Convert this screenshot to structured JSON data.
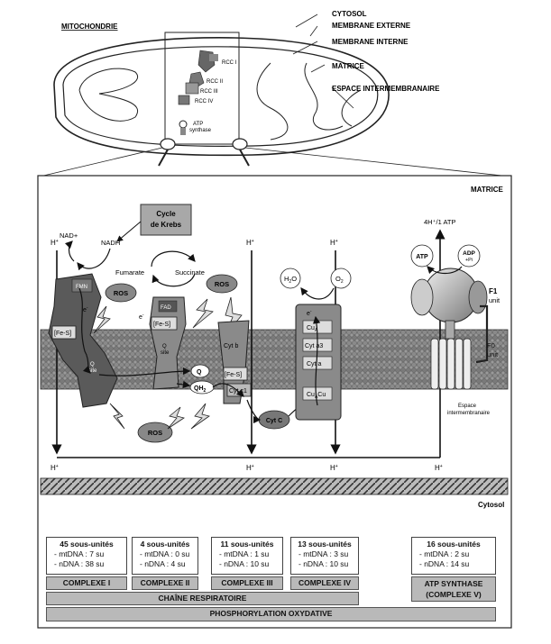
{
  "mito": {
    "title": "MITOCHONDRIE",
    "legend": [
      "CYTOSOL",
      "MEMBRANE EXTERNE",
      "MEMBRANE INTERNE",
      "MATRICE",
      "ESPACE INTERMEMBRANAIRE"
    ],
    "rcc": [
      "RCC I",
      "RCC II",
      "RCC III",
      "RCC IV"
    ],
    "atp_synthase": [
      "ATP",
      "synthase"
    ]
  },
  "detail": {
    "matrice": "MATRICE",
    "cytosol": "Cytosol",
    "espace": [
      "Espace",
      "intermembranaire"
    ],
    "krebs": [
      "Cycle",
      "de Krebs"
    ],
    "nad": "NAD+",
    "nadh": "NADH",
    "fumarate": "Fumarate",
    "succinate": "Succinate",
    "ros": "ROS",
    "h_plus": "H",
    "plus": "+",
    "ratio": "4H⁺/1 ATP",
    "atp": "ATP",
    "adp": [
      "ADP",
      "+Pi"
    ],
    "f1": [
      "F1",
      "unit"
    ],
    "f0": [
      "F0",
      "unit"
    ],
    "fes": "[Fe-S]",
    "fmn": "FMN",
    "fad": "FAD",
    "q_site": [
      "Q",
      "site"
    ],
    "q": "Q",
    "qh2": "QH",
    "sub2": "2",
    "cytb": "Cyt b",
    "cytc1": "Cyt c1",
    "cytc": "Cyt C",
    "cua": "Cu",
    "cua_sub": "A",
    "cyta3": "Cyt a3",
    "cyta": "Cyt a",
    "cucu": "Cu",
    "h2o": [
      "H",
      "2",
      "O"
    ],
    "o2": [
      "O",
      "2"
    ],
    "e": "e",
    "minus": "-"
  },
  "complexes": [
    {
      "header": "45 sous-unités",
      "mt": "- mtDNA : 7 su",
      "n": "- nDNA : 38 su",
      "label": "COMPLEXE I"
    },
    {
      "header": "4 sous-unités",
      "mt": "- mtDNA : 0 su",
      "n": "- nDNA : 4 su",
      "label": "COMPLEXE II"
    },
    {
      "header": "11 sous-unités",
      "mt": "- mtDNA : 1 su",
      "n": "- nDNA : 10 su",
      "label": "COMPLEXE III"
    },
    {
      "header": "13 sous-unités",
      "mt": "- mtDNA : 3 su",
      "n": "- nDNA : 10 su",
      "label": "COMPLEXE IV"
    },
    {
      "header": "16 sous-unités",
      "mt": "- mtDNA : 2 su",
      "n": "- nDNA : 14 su",
      "label": "ATP SYNTHASE",
      "label2": "(COMPLEXE V)"
    }
  ],
  "chain": "CHAÎNE RESPIRATOIRE",
  "oxphos": "PHOSPHORYLATION OXYDATIVE"
}
